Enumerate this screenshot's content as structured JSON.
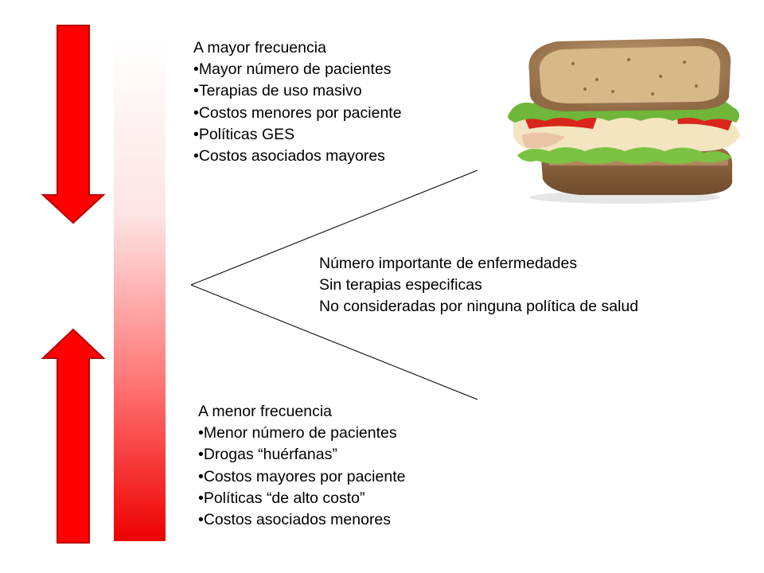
{
  "top_block": {
    "heading": "A mayor frecuencia",
    "items": [
      "•Mayor número de pacientes",
      "•Terapias de uso masivo",
      "•Costos menores por paciente",
      "•Políticas GES",
      "•Costos asociados mayores"
    ]
  },
  "middle_block": {
    "lines": [
      "Número importante de enfermedades",
      "Sin terapias especificas",
      "No consideradas por ninguna política de salud"
    ]
  },
  "bottom_block": {
    "heading": "A menor frecuencia",
    "items": [
      "•Menor número de pacientes",
      "•Drogas “huérfanas”",
      "•Costos mayores por paciente",
      "•Políticas “de alto costo”",
      "•Costos asociados menores"
    ]
  },
  "colors": {
    "arrow_fill": "#ff0000",
    "arrow_stroke": "#b80000",
    "bar_bottom": "#ee0000"
  }
}
